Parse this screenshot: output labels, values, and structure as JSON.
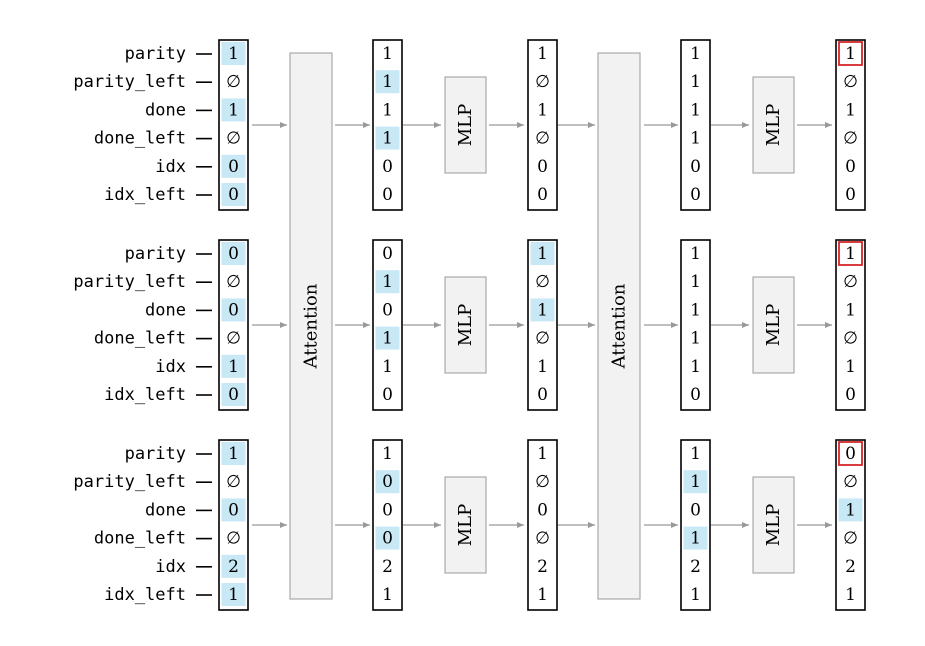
{
  "labels": [
    "parity",
    "parity_left",
    "done",
    "done_left",
    "idx",
    "idx_left"
  ],
  "layer1_label": "Attention",
  "layer2_label": "Attention",
  "mlp1_label": "MLP",
  "mlp2_label": "MLP",
  "colors": {
    "highlight": "#c8e8f6",
    "output_box": "#d62728",
    "block_fill": "#f2f2f2",
    "block_stroke": "#aaaaaa",
    "arrow": "#999999"
  },
  "rows": [
    {
      "input": [
        "1",
        "∅",
        "1",
        "∅",
        "0",
        "0"
      ],
      "input_hl": [
        1,
        0,
        1,
        0,
        1,
        1
      ],
      "after_attn1": [
        "1",
        "1",
        "1",
        "1",
        "0",
        "0"
      ],
      "after_attn1_hl": [
        0,
        1,
        0,
        1,
        0,
        0
      ],
      "after_mlp1": [
        "1",
        "∅",
        "1",
        "∅",
        "0",
        "0"
      ],
      "after_mlp1_hl": [
        0,
        0,
        0,
        0,
        0,
        0
      ],
      "after_attn2": [
        "1",
        "1",
        "1",
        "1",
        "0",
        "0"
      ],
      "after_attn2_hl": [
        0,
        0,
        0,
        0,
        0,
        0
      ],
      "output": [
        "1",
        "∅",
        "1",
        "∅",
        "0",
        "0"
      ],
      "output_hl": [
        0,
        0,
        0,
        0,
        0,
        0
      ]
    },
    {
      "input": [
        "0",
        "∅",
        "0",
        "∅",
        "1",
        "0"
      ],
      "input_hl": [
        1,
        0,
        1,
        0,
        1,
        1
      ],
      "after_attn1": [
        "0",
        "1",
        "0",
        "1",
        "1",
        "0"
      ],
      "after_attn1_hl": [
        0,
        1,
        0,
        1,
        0,
        0
      ],
      "after_mlp1": [
        "1",
        "∅",
        "1",
        "∅",
        "1",
        "0"
      ],
      "after_mlp1_hl": [
        1,
        0,
        1,
        0,
        0,
        0
      ],
      "after_attn2": [
        "1",
        "1",
        "1",
        "1",
        "1",
        "0"
      ],
      "after_attn2_hl": [
        0,
        0,
        0,
        0,
        0,
        0
      ],
      "output": [
        "1",
        "∅",
        "1",
        "∅",
        "1",
        "0"
      ],
      "output_hl": [
        0,
        0,
        0,
        0,
        0,
        0
      ]
    },
    {
      "input": [
        "1",
        "∅",
        "0",
        "∅",
        "2",
        "1"
      ],
      "input_hl": [
        1,
        0,
        1,
        0,
        1,
        1
      ],
      "after_attn1": [
        "1",
        "0",
        "0",
        "0",
        "2",
        "1"
      ],
      "after_attn1_hl": [
        0,
        1,
        0,
        1,
        0,
        0
      ],
      "after_mlp1": [
        "1",
        "∅",
        "0",
        "∅",
        "2",
        "1"
      ],
      "after_mlp1_hl": [
        0,
        0,
        0,
        0,
        0,
        0
      ],
      "after_attn2": [
        "1",
        "1",
        "0",
        "1",
        "2",
        "1"
      ],
      "after_attn2_hl": [
        0,
        1,
        0,
        1,
        0,
        0
      ],
      "output": [
        "0",
        "∅",
        "1",
        "∅",
        "2",
        "1"
      ],
      "output_hl": [
        0,
        0,
        1,
        0,
        0,
        0
      ]
    }
  ]
}
